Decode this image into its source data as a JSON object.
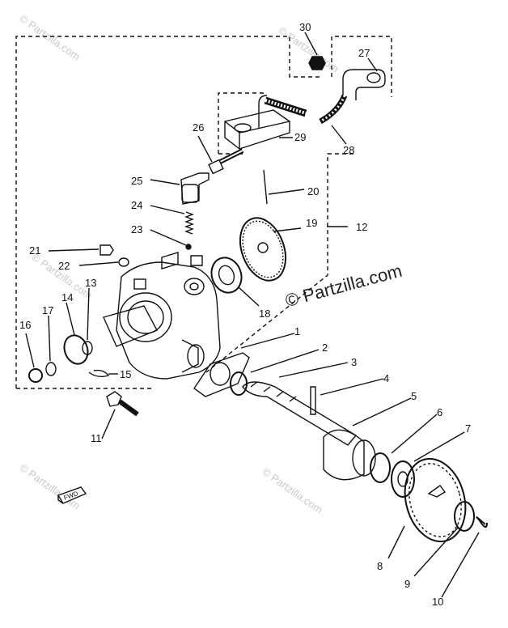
{
  "watermark": {
    "small": "© Partzilla.com",
    "large": "© Partzilla.com"
  },
  "fwd_tag": "FWD",
  "callouts": [
    {
      "id": "c1",
      "text": "1"
    },
    {
      "id": "c2",
      "text": "2"
    },
    {
      "id": "c3",
      "text": "3"
    },
    {
      "id": "c4",
      "text": "4"
    },
    {
      "id": "c5",
      "text": "5"
    },
    {
      "id": "c6",
      "text": "6"
    },
    {
      "id": "c7",
      "text": "7"
    },
    {
      "id": "c8",
      "text": "8"
    },
    {
      "id": "c9",
      "text": "9"
    },
    {
      "id": "c10",
      "text": "10"
    },
    {
      "id": "c11",
      "text": "11"
    },
    {
      "id": "c12",
      "text": "12"
    },
    {
      "id": "c13",
      "text": "13"
    },
    {
      "id": "c14",
      "text": "14"
    },
    {
      "id": "c15",
      "text": "15"
    },
    {
      "id": "c16",
      "text": "16"
    },
    {
      "id": "c17",
      "text": "17"
    },
    {
      "id": "c18",
      "text": "18"
    },
    {
      "id": "c19",
      "text": "19"
    },
    {
      "id": "c20",
      "text": "20"
    },
    {
      "id": "c21",
      "text": "21"
    },
    {
      "id": "c22",
      "text": "22"
    },
    {
      "id": "c23",
      "text": "23"
    },
    {
      "id": "c24",
      "text": "24"
    },
    {
      "id": "c25",
      "text": "25"
    },
    {
      "id": "c26",
      "text": "26"
    },
    {
      "id": "c27",
      "text": "27"
    },
    {
      "id": "c28",
      "text": "28"
    },
    {
      "id": "c29",
      "text": "29"
    },
    {
      "id": "c30",
      "text": "30"
    }
  ]
}
